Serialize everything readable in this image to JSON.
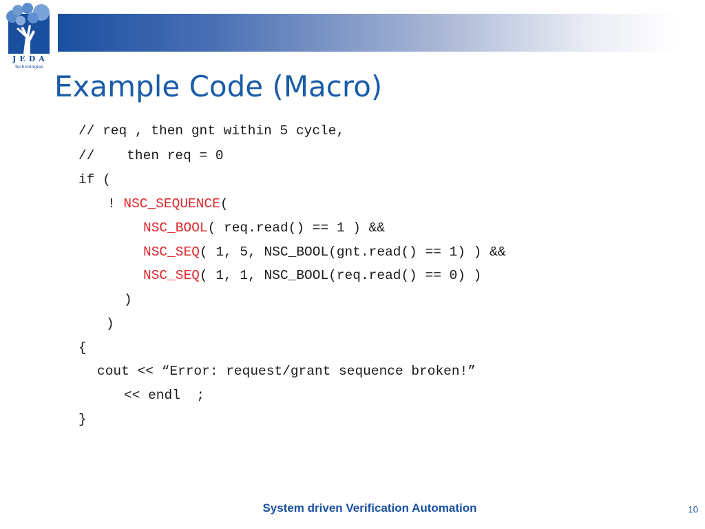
{
  "logo": {
    "word": "JEDA",
    "subtitle": "Technologies"
  },
  "slide": {
    "title": "Example Code (Macro)",
    "footer": "System driven Verification Automation",
    "page_number": "10"
  },
  "code": {
    "line1": "// req , then gnt within 5 cycle,",
    "line2": "//    then req = 0",
    "line3": "if (",
    "line4_prefix": "! ",
    "line4_kw": "NSC_SEQUENCE",
    "line4_rest": "(",
    "line5_kw": "NSC_BOOL",
    "line5_rest": "( req.read() == 1 ) &&",
    "line6_kw": "NSC_SEQ",
    "line6_rest": "( 1, 5, NSC_BOOL(gnt.read() == 1) ) &&",
    "line7_kw": "NSC_SEQ",
    "line7_rest": "( 1, 1, NSC_BOOL(req.read() == 0) )",
    "line8": ")",
    "line9": ")",
    "line10": "{",
    "line11": "cout << “Error: request/grant sequence broken!”",
    "line12": "<< endl  ;",
    "line13": "}"
  },
  "colors": {
    "brand_blue": "#1a4fa0",
    "title_blue": "#1a5ca8",
    "macro_red": "#e0262b"
  }
}
